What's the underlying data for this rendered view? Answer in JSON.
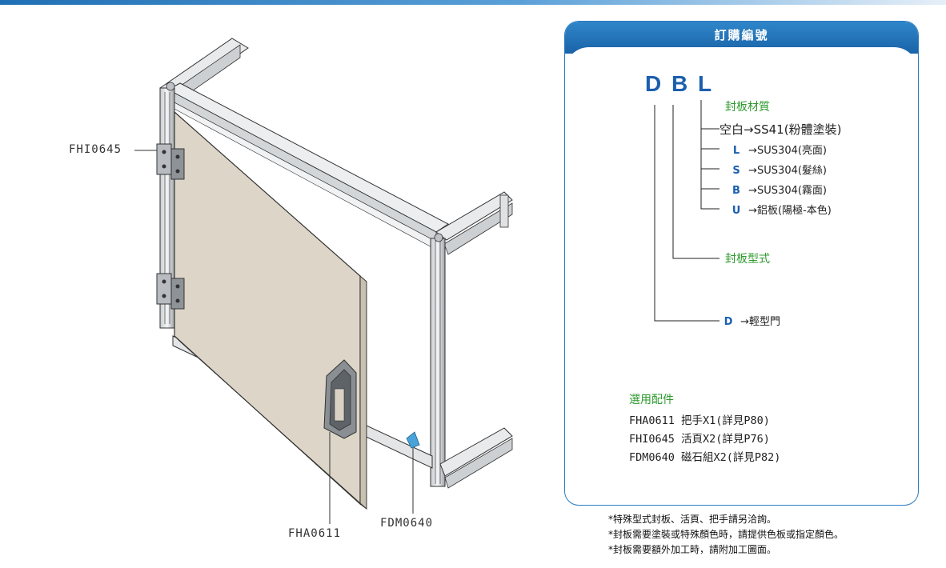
{
  "illustration": {
    "labels": {
      "hinge": "FHI0645",
      "handle": "FHA0611",
      "magnet": "FDM0640"
    }
  },
  "order_panel": {
    "title": "訂購編號",
    "code_letters": [
      "D",
      "B",
      "L"
    ],
    "material": {
      "label": "封板材質",
      "options": [
        {
          "code": "空白",
          "desc": "→SS41(粉體塗裝)"
        },
        {
          "code": "L",
          "desc": "→SUS304(亮面)"
        },
        {
          "code": "S",
          "desc": "→SUS304(髮絲)"
        },
        {
          "code": "B",
          "desc": "→SUS304(霧面)"
        },
        {
          "code": "U",
          "desc": "→鋁板(陽極-本色)"
        }
      ]
    },
    "type_label": "封板型式",
    "door": {
      "code": "D",
      "desc": "→輕型門"
    },
    "accessories": {
      "title": "選用配件",
      "items": [
        "FHA0611 把手X1(詳見P80)",
        "FHI0645 活頁X2(詳見P76)",
        "FDM0640 磁石組X2(詳見P82)"
      ]
    }
  },
  "notes": [
    "*特殊型式封板、活頁、把手請另洽詢。",
    "*封板需要塗裝或特殊顏色時，請提供色板或指定顏色。",
    "*封板需要額外加工時，請附加工圖面。"
  ],
  "colors": {
    "accent": "#1b5fae",
    "header": "#2a7bc0",
    "green": "#2e9a2e",
    "panel_board": "#ddd6c8"
  }
}
